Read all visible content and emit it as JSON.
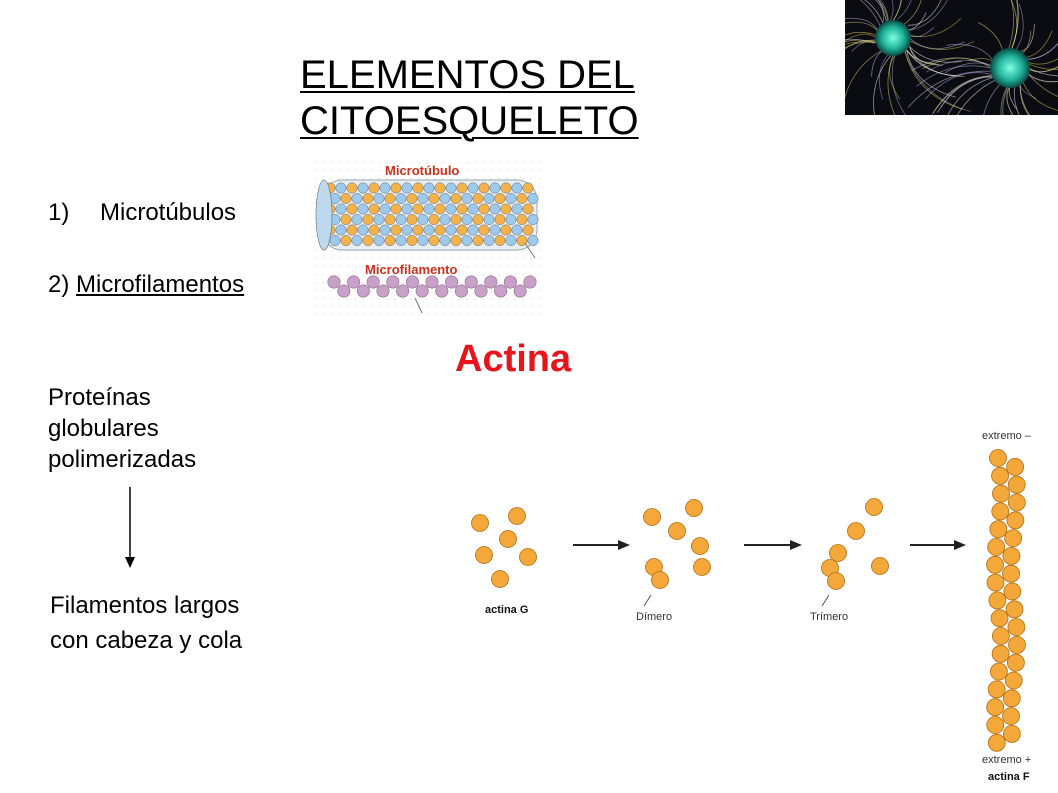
{
  "title": {
    "line1": "ELEMENTOS DEL",
    "line2": "CITOESQUELETO"
  },
  "list": {
    "item1_number": "1)",
    "item1_label": "Microtúbulos",
    "item2_number": "2)",
    "item2_label": "Microfilamentos"
  },
  "heading_actina": "Actina",
  "proteins": {
    "line1": "Proteínas",
    "line2": "globulares",
    "line3": "polimerizadas"
  },
  "filaments": {
    "line1": "Filamentos largos",
    "line2": "con cabeza  y cola"
  },
  "cytoskeleton_figure": {
    "microtubule_label": "Microtúbulo",
    "microfilament_label": "Microfilamento"
  },
  "actin_figure": {
    "label_g": "actina G",
    "label_dimer": "Dímero",
    "label_trimer": "Trímero",
    "label_minus": "extremo –",
    "label_plus": "extremo +",
    "label_f": "actina F"
  },
  "colors": {
    "accent_red": "#e8141c",
    "monomer_orange": "#f4a83a",
    "microtubule_blue": "#8fc3e6",
    "microfilament_purple": "#c9a0c8"
  }
}
